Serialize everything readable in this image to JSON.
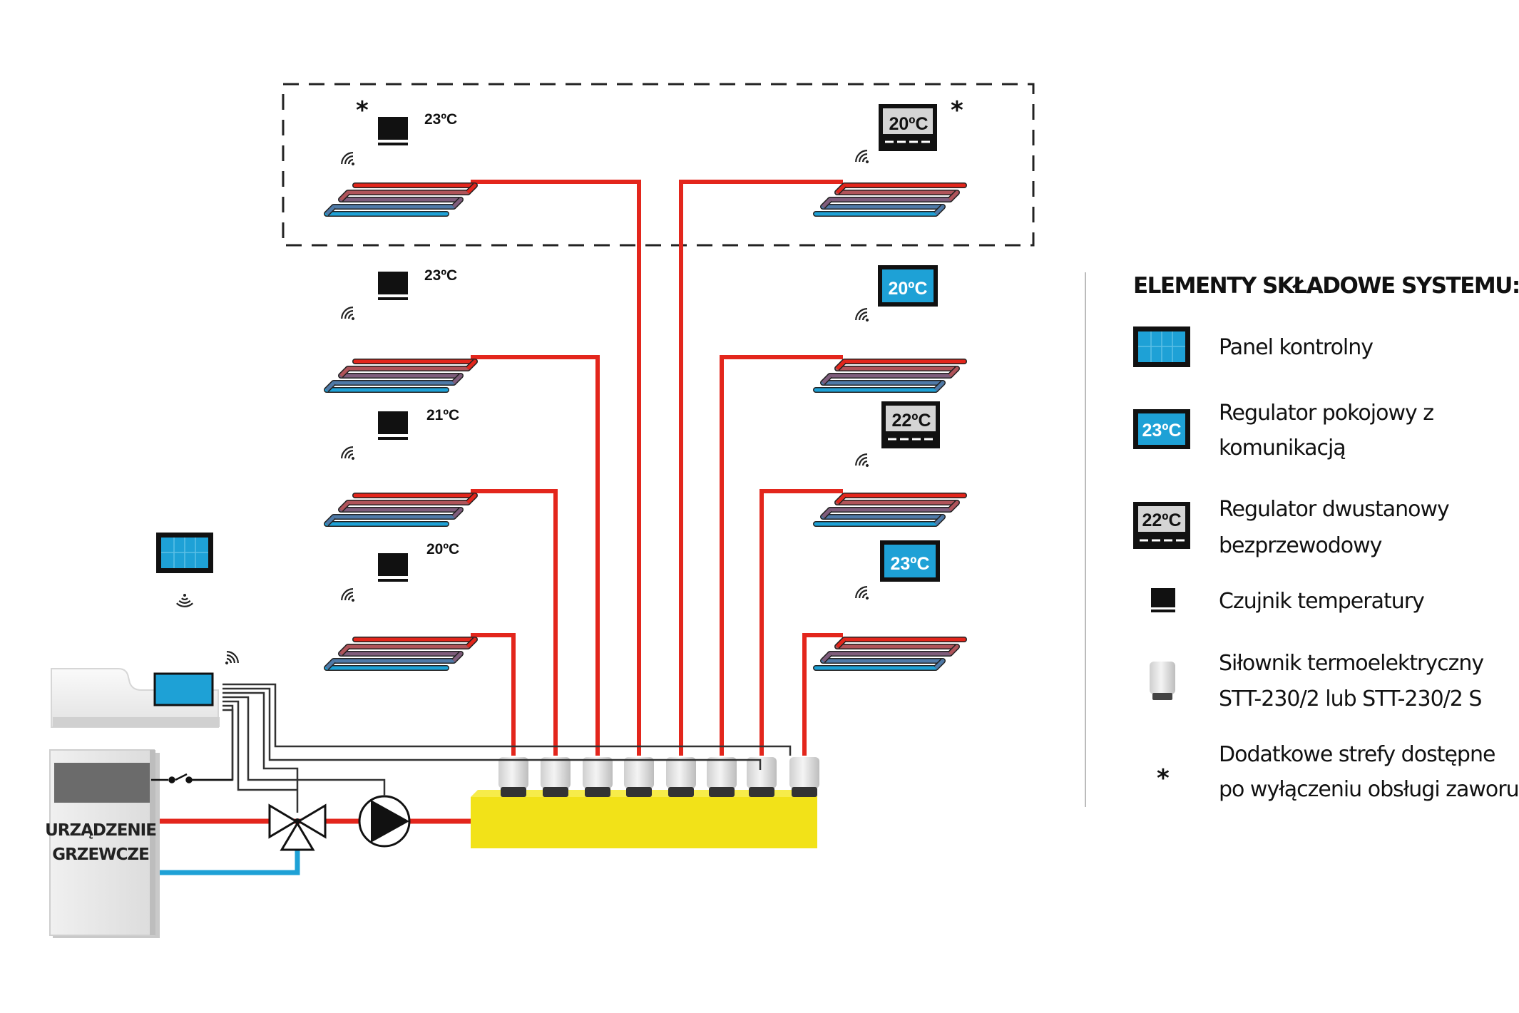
{
  "zones": {
    "left": [
      {
        "temp": "23ºC",
        "star": "*"
      },
      {
        "temp": "23ºC"
      },
      {
        "temp": "21ºC"
      },
      {
        "temp": "20ºC"
      }
    ],
    "right": [
      {
        "display": "20ºC",
        "star": "*"
      },
      {
        "display": "20ºC"
      },
      {
        "display": "22ºC"
      },
      {
        "display": "23ºC"
      }
    ]
  },
  "boiler": {
    "line1": "URZĄDZENIE",
    "line2": "GRZEWCZE"
  },
  "legend": {
    "title": "ELEMENTY SKŁADOWE SYSTEMU:",
    "items": [
      {
        "icon": "control-panel-icon",
        "line1": "Panel kontrolny"
      },
      {
        "icon": "room-regulator-icon",
        "display": "23ºC",
        "line1": "Regulator pokojowy z",
        "line2": "komunikacją"
      },
      {
        "icon": "two-state-regulator-icon",
        "display": "22ºC",
        "line1": "Regulator dwustanowy",
        "line2": "bezprzewodowy"
      },
      {
        "icon": "temperature-sensor-icon",
        "line1": "Czujnik temperatury"
      },
      {
        "icon": "actuator-icon",
        "line1": "Siłownik termoelektryczny",
        "line2": "STT-230/2 lub STT-230/2 S"
      },
      {
        "icon": "asterisk-icon",
        "symbol": "*",
        "line1": "Dodatkowe strefy dostępne",
        "line2": "po wyłączeniu obsługi zaworu"
      }
    ]
  },
  "colors": {
    "supply": "#e3261c",
    "return": "#1ea1d6",
    "manifold": "#f2e218",
    "display_blue": "#1ea1d6",
    "display_grey": "#d4d4d4"
  }
}
